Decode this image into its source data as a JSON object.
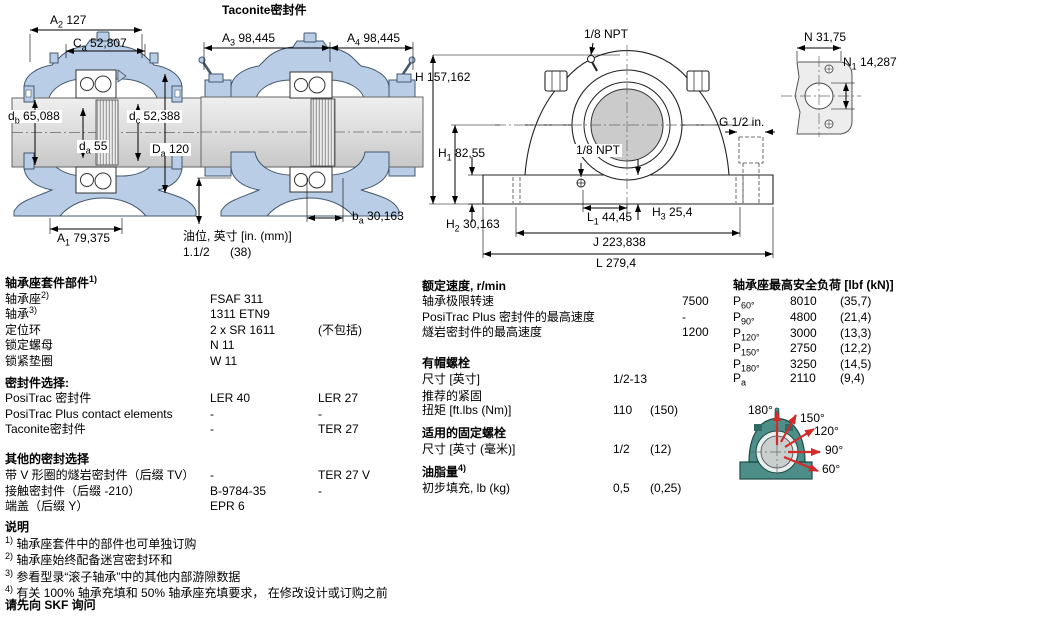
{
  "drawing_titles": {
    "taconite": "Taconite密封件",
    "oil_label": "油位, 英寸 [in. (mm)]",
    "oil_v1": "1.1/2",
    "oil_v2": "(38)"
  },
  "dims": {
    "a2": {
      "base": "A",
      "sub": "2",
      "value": "127"
    },
    "ca": {
      "base": "C",
      "sub": "a",
      "value": "52,807"
    },
    "db": {
      "base": "d",
      "sub": "b",
      "value": "65,088"
    },
    "da": {
      "base": "d",
      "sub": "a",
      "value": "55"
    },
    "dc": {
      "base": "d",
      "sub": "c",
      "value": "52,388"
    },
    "Da": {
      "base": "D",
      "sub": "a",
      "value": "120"
    },
    "a1": {
      "base": "A",
      "sub": "1",
      "value": "79,375"
    },
    "a3": {
      "base": "A",
      "sub": "3",
      "value": "98,445"
    },
    "a4": {
      "base": "A",
      "sub": "4",
      "value": "98,445"
    },
    "ba": {
      "base": "b",
      "sub": "a",
      "value": "30,163"
    },
    "H": {
      "base": "H",
      "sub": "",
      "value": "157,162"
    },
    "h1": {
      "base": "H",
      "sub": "1",
      "value": "82,55"
    },
    "h2": {
      "base": "H",
      "sub": "2",
      "value": "30,163"
    },
    "h3": {
      "base": "H",
      "sub": "3",
      "value": "25,4"
    },
    "l1": {
      "base": "L",
      "sub": "1",
      "value": "44,45"
    },
    "J": {
      "base": "J",
      "sub": "",
      "value": "223,838"
    },
    "L": {
      "base": "L",
      "sub": "",
      "value": "279,4"
    },
    "G": "G 1/2 in.",
    "npt_top": "1/8 NPT",
    "npt_side": "1/8 NPT",
    "N": {
      "base": "N",
      "sub": "",
      "value": "31,75"
    },
    "n1": {
      "base": "N",
      "sub": "1",
      "value": "14,287"
    }
  },
  "components": {
    "header": "轴承座套件部件",
    "header_sup": "1)",
    "rows": [
      {
        "label": "轴承座",
        "sup": "2)",
        "v1": "FSAF 311",
        "v2": ""
      },
      {
        "label": "轴承",
        "sup": "3)",
        "v1": "1311 ETN9",
        "v2": ""
      },
      {
        "label": "定位环",
        "sup": "",
        "v1": "2 x SR 1611",
        "v2": "(不包括)"
      },
      {
        "label": "锁定螺母",
        "sup": "",
        "v1": "N 11",
        "v2": ""
      },
      {
        "label": "锁紧垫圈",
        "sup": "",
        "v1": "W 11",
        "v2": ""
      }
    ],
    "seal_header": "密封件选择:",
    "seal_rows": [
      {
        "label": "PosiTrac 密封件",
        "v1": "LER 40",
        "v2": "LER 27"
      },
      {
        "label": "PosiTrac Plus contact elements",
        "v1": "-",
        "v2": "-"
      },
      {
        "label": "Taconite密封件",
        "v1": "-",
        "v2": "TER 27"
      }
    ],
    "other_header": "其他的密封选择",
    "other_rows": [
      {
        "label": "带 V 形圈的燧岩密封件（后缀 TV）",
        "v1": "-",
        "v2": "TER 27 V"
      },
      {
        "label": "接触密封件（后缀 -210）",
        "v1": "B-9784-35",
        "v2": "-"
      },
      {
        "label": "端盖（后缀 Y）",
        "v1": "EPR 6",
        "v2": ""
      }
    ]
  },
  "ratings": {
    "header": "额定速度, r/min",
    "rows": [
      {
        "label": "轴承极限转速",
        "v": "7500"
      },
      {
        "label": "PosiTrac Plus 密封件的最高速度",
        "v": "-"
      },
      {
        "label": "燧岩密封件的最高速度",
        "v": "1200"
      }
    ]
  },
  "cap_bolts": {
    "header": "有帽螺栓",
    "size_label": "尺寸 [英寸]",
    "size_v": "1/2-13",
    "torque_label1": "推荐的紧固",
    "torque_label2": "扭矩 [ft.lbs (Nm)]",
    "torque_v1": "110",
    "torque_v2": "(150)"
  },
  "fix_bolts": {
    "header": "适用的固定螺栓",
    "size_label": "尺寸 [英寸 (毫米)]",
    "v1": "1/2",
    "v2": "(12)"
  },
  "grease": {
    "header": "油脂量",
    "header_sup": "4)",
    "label": "初步填充, lb (kg)",
    "v1": "0,5",
    "v2": "(0,25)"
  },
  "loads": {
    "header": "轴承座最高安全负荷 [lbf (kN)]",
    "symbol": "P",
    "rows": [
      {
        "sub": "60°",
        "v1": "8010",
        "v2": "(35,7)"
      },
      {
        "sub": "90°",
        "v1": "4800",
        "v2": "(21,4)"
      },
      {
        "sub": "120°",
        "v1": "3000",
        "v2": "(13,3)"
      },
      {
        "sub": "150°",
        "v1": "2750",
        "v2": "(12,2)"
      },
      {
        "sub": "180°",
        "v1": "3250",
        "v2": "(14,5)"
      },
      {
        "sub": "a",
        "v1": "2110",
        "v2": "(9,4)"
      }
    ]
  },
  "angles": [
    "180°",
    "150°",
    "120°",
    "90°",
    "60°"
  ],
  "notes": {
    "header": "说明",
    "items": [
      {
        "sup": "1)",
        "text": "轴承座套件中的部件也可单独订购"
      },
      {
        "sup": "2)",
        "text": "轴承座始终配备迷宫密封环和"
      },
      {
        "sup": "3)",
        "text": "参看型录“滚子轴承”中的其他内部游隙数据"
      },
      {
        "sup": "4)",
        "text": "有关 100% 轴承充填和 50% 轴承座充填要求， 在修改设计或订购之前"
      }
    ],
    "footer": "请先向 SKF 询问"
  }
}
